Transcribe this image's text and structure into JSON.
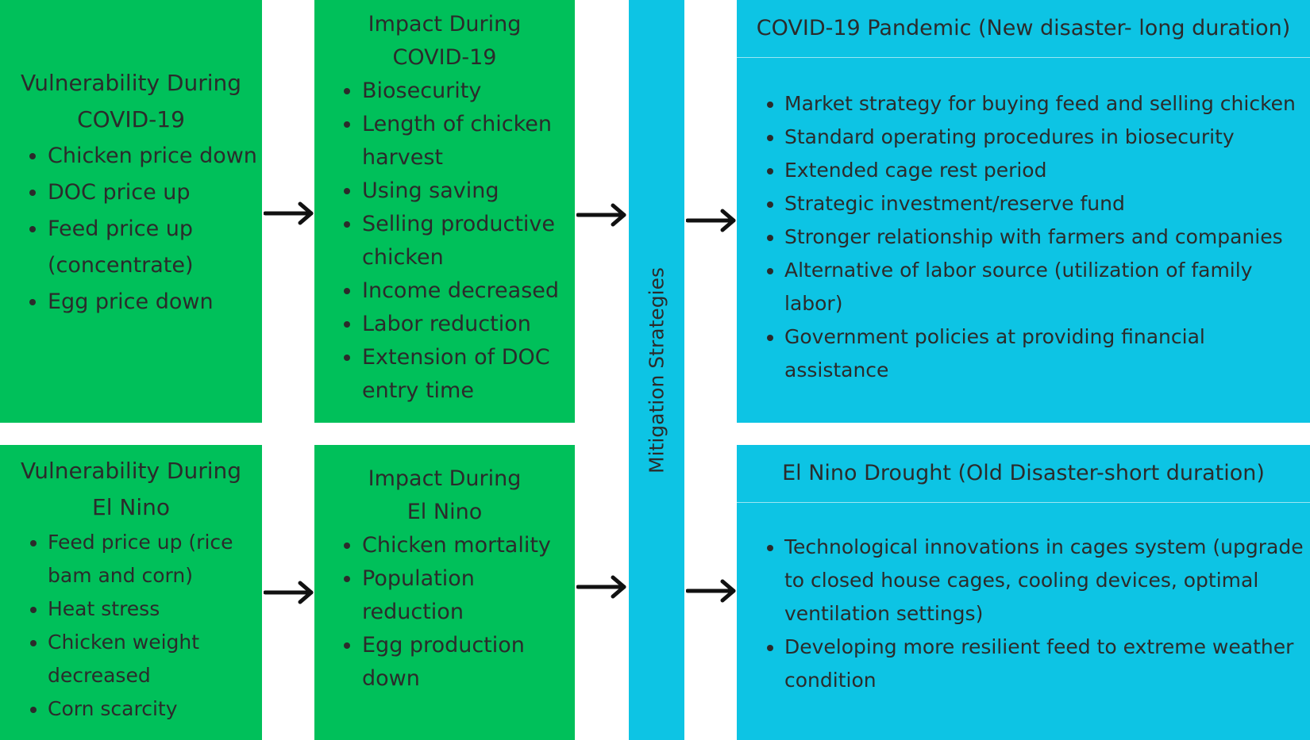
{
  "vuln_covid": {
    "title_l1": "Vulnerability During",
    "title_l2": "COVID-19",
    "items": [
      "Chicken price down",
      "DOC price up",
      "Feed price up (concentrate)",
      "Egg price down"
    ]
  },
  "impact_covid": {
    "title_l1": "Impact During",
    "title_l2": "COVID-19",
    "items": [
      "Biosecurity",
      "Length of chicken harvest",
      "Using saving",
      "Selling productive chicken",
      "Income decreased",
      "Labor reduction",
      "Extension of DOC entry time"
    ]
  },
  "vuln_elnino": {
    "title_l1": "Vulnerability During",
    "title_l2": "El Nino",
    "items": [
      "Feed price up (rice bam and corn)",
      "Heat stress",
      "Chicken weight decreased",
      "Corn scarcity"
    ]
  },
  "impact_elnino": {
    "title_l1": "Impact During",
    "title_l2": "El Nino",
    "items": [
      "Chicken mortality",
      "Population reduction",
      "Egg production down"
    ]
  },
  "mitigation": {
    "label": "Mitigation Strategies"
  },
  "covid_strategies": {
    "title": "COVID-19 Pandemic (New disaster- long duration)",
    "items": [
      "Market strategy for buying feed and selling chicken",
      "Standard operating procedures in biosecurity",
      "Extended cage rest period",
      "Strategic investment/reserve fund",
      "Stronger relationship with farmers and companies",
      "Alternative of labor source (utilization of family labor)",
      "Government policies at providing financial assistance"
    ]
  },
  "elnino_strategies": {
    "title": "El Nino Drought (Old Disaster-short duration)",
    "items": [
      "Technological innovations in cages system (upgrade to closed house cages, cooling devices, optimal ventilation settings)",
      "Developing more resilient feed to extreme weather condition"
    ]
  },
  "colors": {
    "green": "#00c05a",
    "cyan": "#0dc4e4",
    "arrow": "#111111"
  }
}
